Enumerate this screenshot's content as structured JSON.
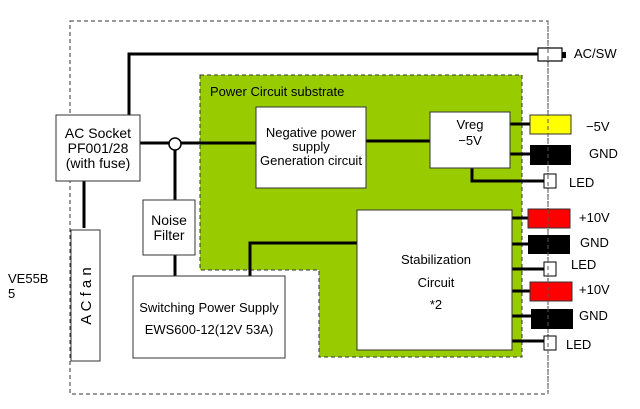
{
  "diagram": {
    "enclosure_label": [
      "VE55B",
      "5"
    ],
    "substrate_label": "Power Circuit substrate",
    "colors": {
      "substrate": "#99cc00",
      "yellow_terminal": "#ffff00",
      "red_terminal": "#ff0000",
      "black_terminal": "#000000"
    },
    "blocks": {
      "ac_socket": [
        "AC Socket",
        "PF001/28",
        "(with fuse)"
      ],
      "noise_filter": [
        "Noise",
        "Filter"
      ],
      "ac_fan": "A C f a n",
      "switching_psu": [
        "Switching Power Supply",
        "EWS600-12(12V 53A)"
      ],
      "negative_supply": [
        "Negative power",
        "supply",
        "Generation circuit"
      ],
      "vreg": [
        "Vreg",
        "−5V"
      ],
      "stabilization": [
        "Stabilization",
        "Circuit",
        "*2"
      ]
    },
    "outputs": {
      "ac_sw": "AC/SW",
      "minus5v": "−5V",
      "gnd1": "GND",
      "led1": "LED",
      "plus10v_a": "+10V",
      "gnd2": "GND",
      "led2": "LED",
      "plus10v_b": "+10V",
      "gnd3": "GND",
      "led3": "LED"
    }
  }
}
